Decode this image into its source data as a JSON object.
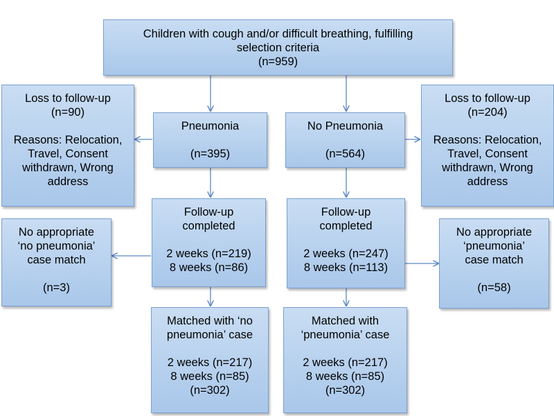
{
  "nodes": {
    "root": {
      "lines": [
        "Children with cough and/or difficult breathing, fulfilling",
        "selection criteria",
        "(n=959)"
      ]
    },
    "ltfu_left": {
      "lines": [
        "Loss to follow-up",
        "(n=90)",
        "",
        "Reasons: Relocation,",
        "Travel, Consent",
        "withdrawn, Wrong",
        "address"
      ]
    },
    "pneumonia": {
      "lines": [
        "Pneumonia",
        "",
        "(n=395)"
      ]
    },
    "no_pneumonia": {
      "lines": [
        "No Pneumonia",
        "",
        "(n=564)"
      ]
    },
    "ltfu_right": {
      "lines": [
        "Loss to follow-up",
        "(n=204)",
        "",
        "Reasons: Relocation,",
        "Travel, Consent",
        "withdrawn, Wrong",
        "address"
      ]
    },
    "no_match_left": {
      "lines": [
        "No appropriate",
        "‘no pneumonia’",
        "case match",
        "",
        "(n=3)"
      ]
    },
    "followup_left": {
      "lines": [
        "Follow-up",
        "completed",
        "",
        "2 weeks (n=219)",
        "8 weeks (n=86)"
      ]
    },
    "followup_right": {
      "lines": [
        "Follow-up",
        "completed",
        "",
        "2 weeks (n=247)",
        "8 weeks (n=113)"
      ]
    },
    "no_match_right": {
      "lines": [
        "No appropriate",
        "‘pneumonia’",
        "case match",
        "",
        "(n=58)"
      ]
    },
    "matched_left": {
      "lines": [
        "Matched with ‘no",
        "pneumonia’ case",
        "",
        "2 weeks (n=217)",
        "8 weeks (n=85)",
        "(n=302)"
      ]
    },
    "matched_right": {
      "lines": [
        "Matched with",
        "‘pneumonia’ case",
        "",
        "2 weeks (n=217)",
        "8 weeks (n=85)",
        "(n=302)"
      ]
    }
  },
  "colors": {
    "box_top": "#c9ddf3",
    "box_bottom": "#a9c7ea",
    "border": "#7a9fcf",
    "arrow": "#5b86c4"
  }
}
